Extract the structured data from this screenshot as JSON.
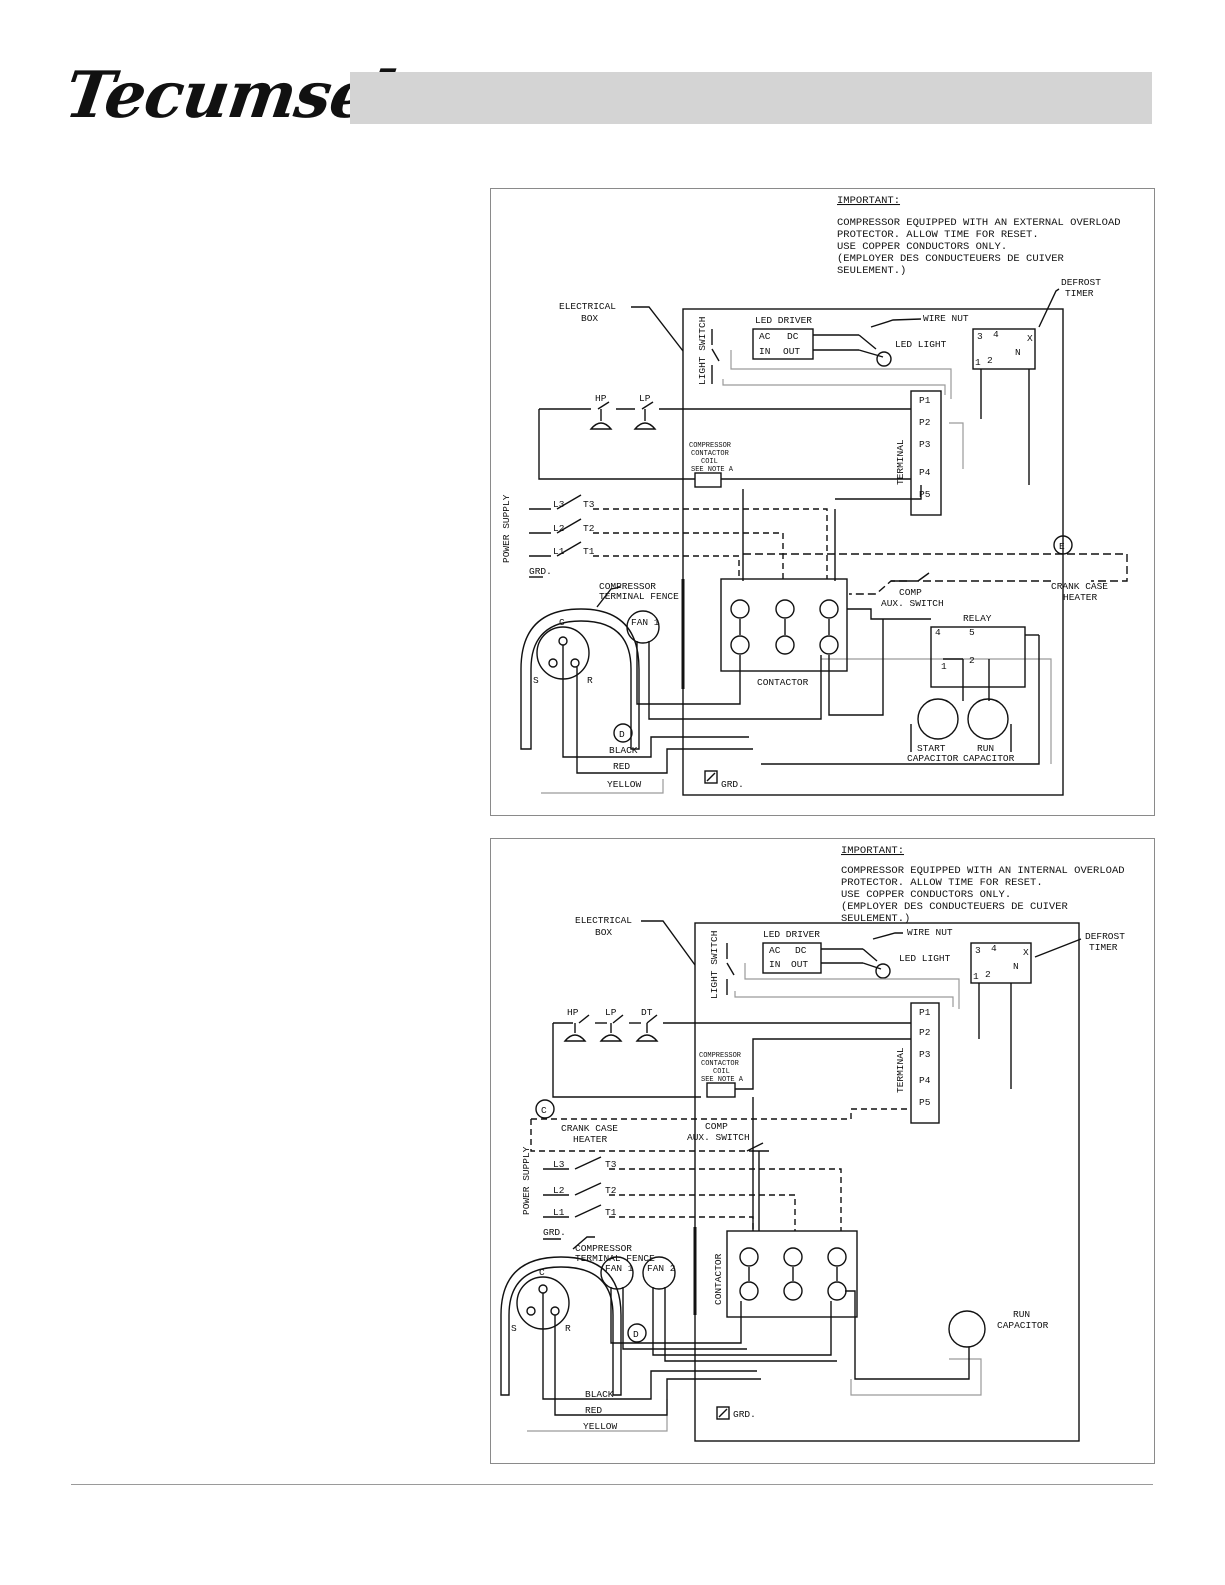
{
  "logo": {
    "text": "Tecumseh"
  },
  "diagram_1": {
    "notes": {
      "heading": "IMPORTANT:",
      "lines": [
        "COMPRESSOR EQUIPPED WITH AN EXTERNAL OVERLOAD",
        "PROTECTOR.  ALLOW TIME FOR RESET.",
        "USE COPPER CONDUCTORS ONLY.",
        "(EMPLOYER DES CONDUCTEUERS DE CUIVER",
        "SEULEMENT.)"
      ]
    },
    "labels": {
      "electrical_box": [
        "ELECTRICAL",
        "BOX"
      ],
      "led_driver": "LED DRIVER",
      "ac": "AC",
      "dc": "DC",
      "in": "IN",
      "out": "OUT",
      "wire_nut": "WIRE NUT",
      "led_light": "LED LIGHT",
      "light_switch": "LIGHT SWITCH",
      "defrost_timer": [
        "DEFROST",
        "TIMER"
      ],
      "timer_terminals": [
        "3",
        "4",
        "X",
        "1",
        "2",
        "N"
      ],
      "hp": "HP",
      "lp": "LP",
      "coil": [
        "COMPRESSOR",
        "CONTACTOR",
        "COIL",
        "SEE NOTE A"
      ],
      "terminal": "TERMINAL",
      "terminal_points": [
        "P1",
        "P2",
        "P3",
        "P4",
        "P5"
      ],
      "power_supply": "POWER SUPPLY",
      "lines": [
        "L3",
        "L2",
        "L1"
      ],
      "loads": [
        "T3",
        "T2",
        "T1"
      ],
      "grd": "GRD.",
      "marker_e": "E",
      "crank_case_heater": [
        "CRANK CASE",
        "HEATER"
      ],
      "comp_aux_switch": [
        "COMP",
        "AUX. SWITCH"
      ],
      "fence": [
        "COMPRESSOR",
        "TERMINAL FENCE"
      ],
      "compressor_pins": [
        "C",
        "S",
        "R"
      ],
      "fan_1": "FAN 1",
      "contactor": "CONTACTOR",
      "relay": "RELAY",
      "relay_pins": [
        "4",
        "5",
        "1",
        "2"
      ],
      "start_capacitor": [
        "START",
        "CAPACITOR"
      ],
      "run_capacitor": [
        "RUN",
        "CAPACITOR"
      ],
      "marker_d": "D",
      "wires": [
        "BLACK",
        "RED",
        "YELLOW"
      ],
      "ground": "GRD."
    }
  },
  "diagram_2": {
    "notes": {
      "heading": "IMPORTANT:",
      "lines": [
        "COMPRESSOR EQUIPPED WITH AN INTERNAL OVERLOAD",
        "PROTECTOR.  ALLOW TIME FOR RESET.",
        "USE COPPER CONDUCTORS ONLY.",
        "(EMPLOYER DES CONDUCTEUERS DE CUIVER",
        "SEULEMENT.)"
      ]
    },
    "labels": {
      "electrical_box": [
        "ELECTRICAL",
        "BOX"
      ],
      "led_driver": "LED DRIVER",
      "ac": "AC",
      "dc": "DC",
      "in": "IN",
      "out": "OUT",
      "wire_nut": "WIRE NUT",
      "led_light": "LED LIGHT",
      "light_switch": "LIGHT SWITCH",
      "defrost_timer": [
        "DEFROST",
        "TIMER"
      ],
      "timer_terminals": [
        "3",
        "4",
        "X",
        "1",
        "2",
        "N"
      ],
      "hp": "HP",
      "lp": "LP",
      "dt": "DT",
      "coil": [
        "COMPRESSOR",
        "CONTACTOR",
        "COIL",
        "SEE NOTE A"
      ],
      "terminal": "TERMINAL",
      "terminal_points": [
        "P1",
        "P2",
        "P3",
        "P4",
        "P5"
      ],
      "marker_c": "C",
      "crank_case_heater": [
        "CRANK CASE",
        "HEATER"
      ],
      "comp_aux_switch": [
        "COMP",
        "AUX. SWITCH"
      ],
      "power_supply": "POWER SUPPLY",
      "lines": [
        "L3",
        "L2",
        "L1"
      ],
      "loads": [
        "T3",
        "T2",
        "T1"
      ],
      "grd": "GRD.",
      "fence": [
        "COMPRESSOR",
        "TERMINAL FENCE"
      ],
      "compressor_pins": [
        "C",
        "S",
        "R"
      ],
      "fan_1": "FAN 1",
      "fan_2": "FAN 2",
      "contactor": "CONTACTOR",
      "marker_d": "D",
      "run_capacitor": [
        "RUN",
        "CAPACITOR"
      ],
      "wires": [
        "BLACK",
        "RED",
        "YELLOW"
      ],
      "ground": "GRD."
    }
  }
}
